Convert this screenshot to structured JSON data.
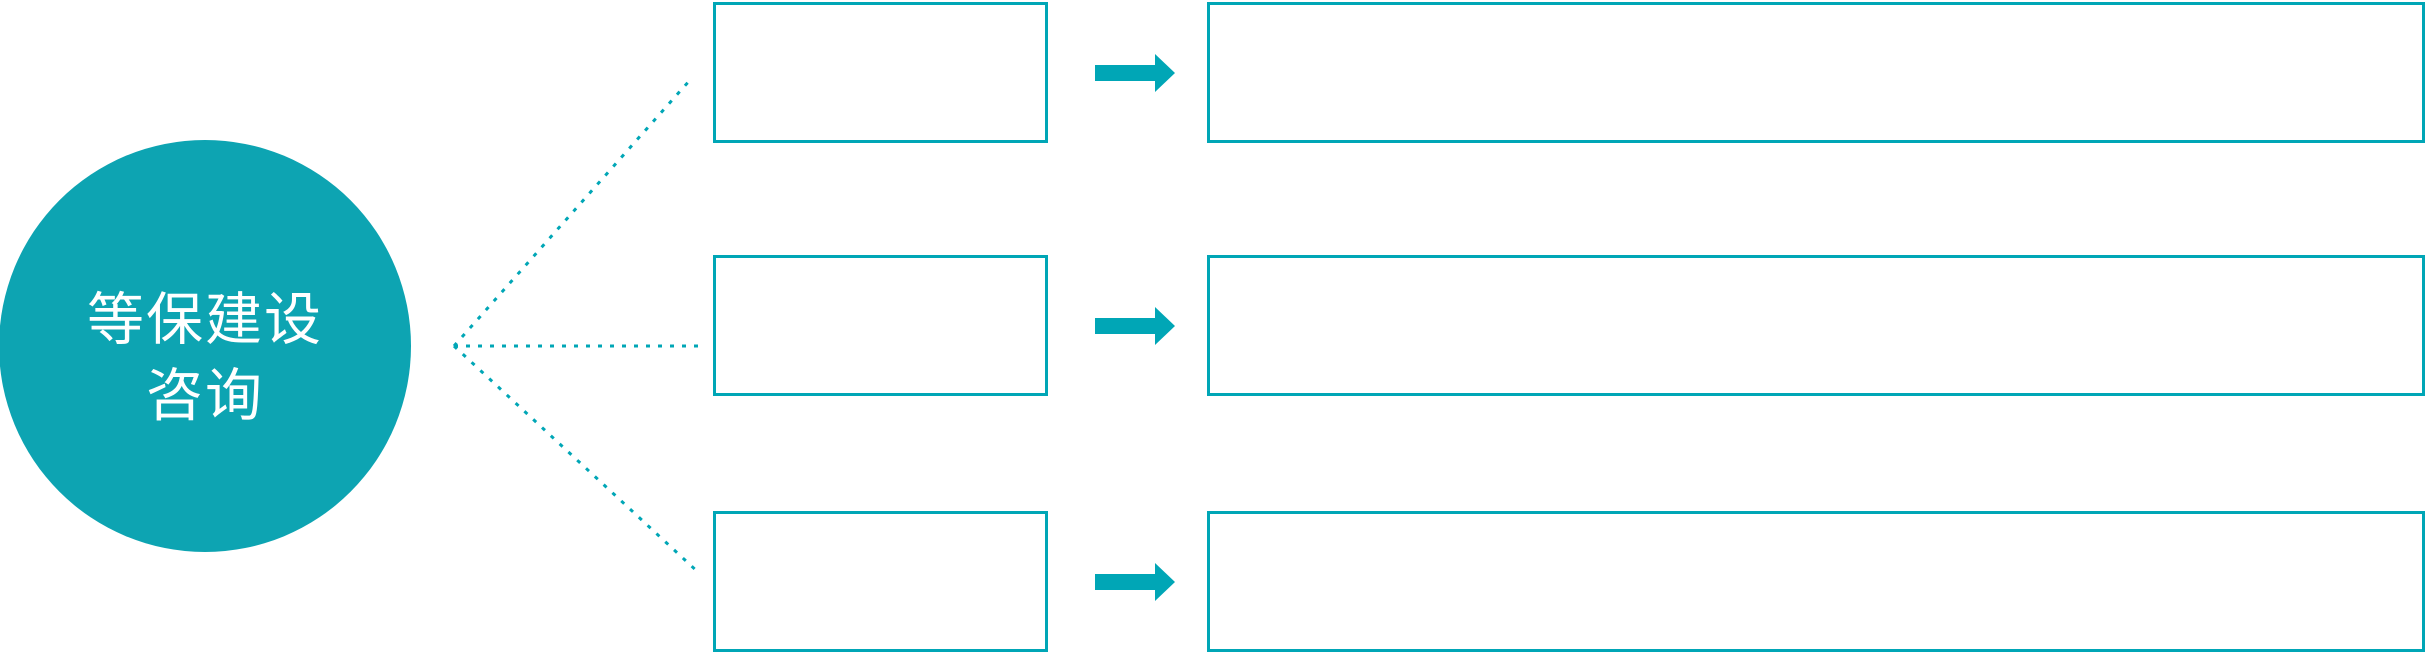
{
  "diagram": {
    "hub": {
      "line1": "等保建设",
      "line2": "咨询"
    },
    "rows": [
      {
        "step_label": "",
        "detail_label": ""
      },
      {
        "step_label": "",
        "detail_label": ""
      },
      {
        "step_label": "",
        "detail_label": ""
      }
    ],
    "icons": {
      "arrow": "right-block-arrow-icon",
      "connector": "dotted-fan-line"
    },
    "colors": {
      "circle_fill": "#0da4b2",
      "box_border": "#00a6b6",
      "arrow_fill": "#00a6b6",
      "connector_stroke": "#00a6b6",
      "hub_text": "#ffffff",
      "background": "#ffffff"
    }
  }
}
